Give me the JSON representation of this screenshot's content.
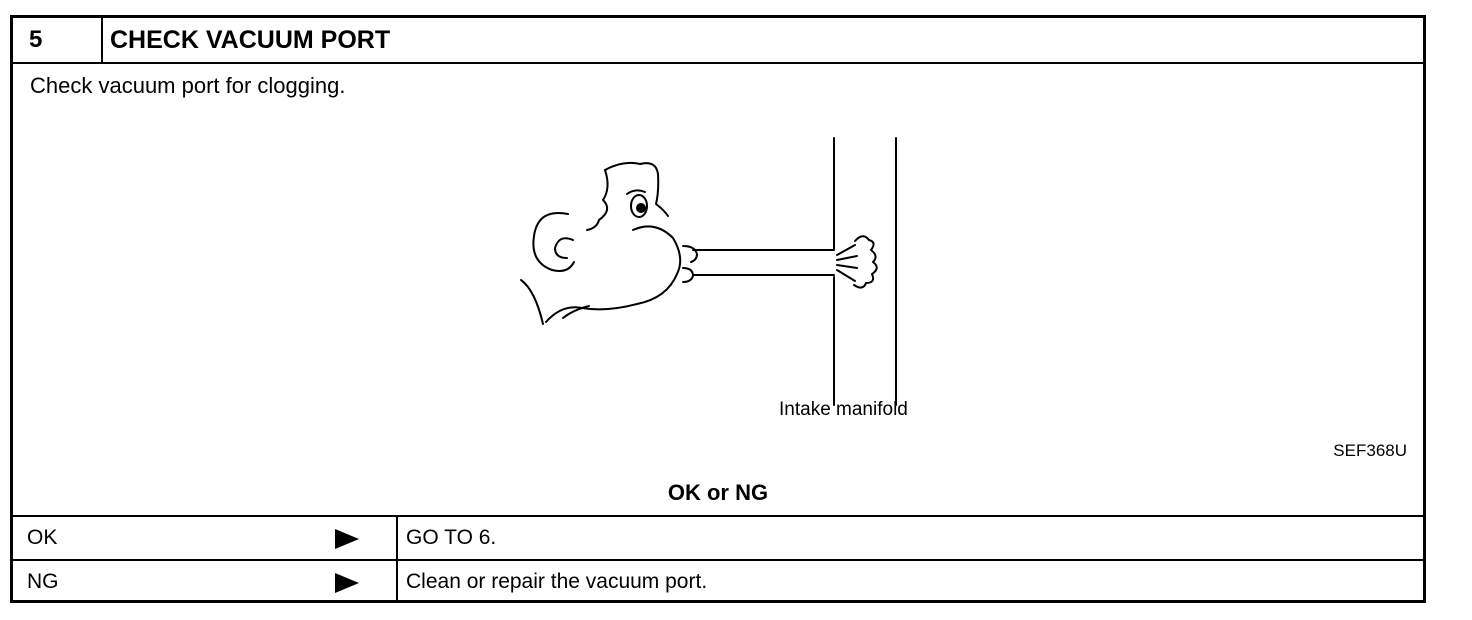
{
  "step": {
    "number": "5",
    "title": "CHECK VACUUM PORT"
  },
  "instruction": "Check vacuum port for clogging.",
  "figure": {
    "label": "Intake manifold",
    "code": "SEF368U"
  },
  "result_title": "OK or NG",
  "results": [
    {
      "label": "OK",
      "action": "GO TO 6."
    },
    {
      "label": "NG",
      "action": "Clean or repair the vacuum port."
    }
  ]
}
